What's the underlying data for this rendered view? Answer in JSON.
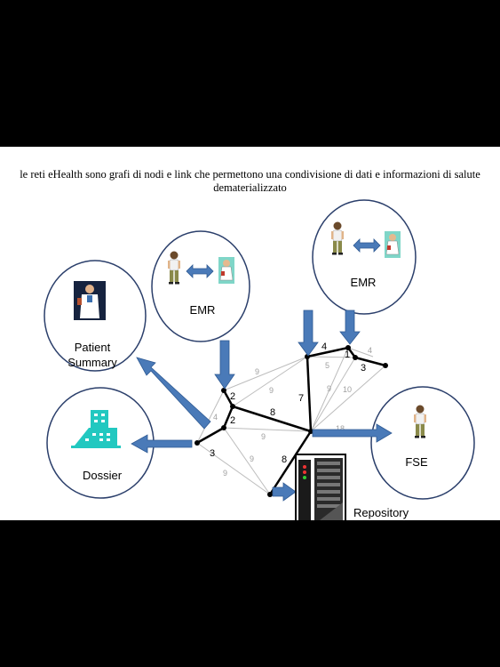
{
  "caption_line1": "le reti eHealth sono grafi di nodi e link che  permettono una condivisione di dati e informazioni di salute",
  "caption_line2": "dematerializzato",
  "nodes": {
    "patient_summary_line1": "Patient",
    "patient_summary_line2": "Summary",
    "dossier": "Dossier",
    "emr_left": "EMR",
    "emr_right": "EMR",
    "fse": "FSE",
    "repository": "Repository"
  },
  "edge_weights": {
    "black": [
      "2",
      "2",
      "3",
      "8",
      "7",
      "4",
      "1",
      "3",
      "8"
    ],
    "grey": [
      "9",
      "4",
      "9",
      "9",
      "9",
      "9",
      "5",
      "9",
      "10",
      "4",
      "18"
    ]
  },
  "colors": {
    "arrow": "#4a7ab8",
    "arrow_border": "#2f5a93",
    "circle_border": "#2b3f6b",
    "grey_edge": "#bdbdbd",
    "dossier_icon": "#22c8c0"
  },
  "icons": [
    "doctor-icon",
    "man-icon",
    "nurse-icon",
    "double-arrow-icon",
    "building-icon",
    "server-rack-icon"
  ]
}
